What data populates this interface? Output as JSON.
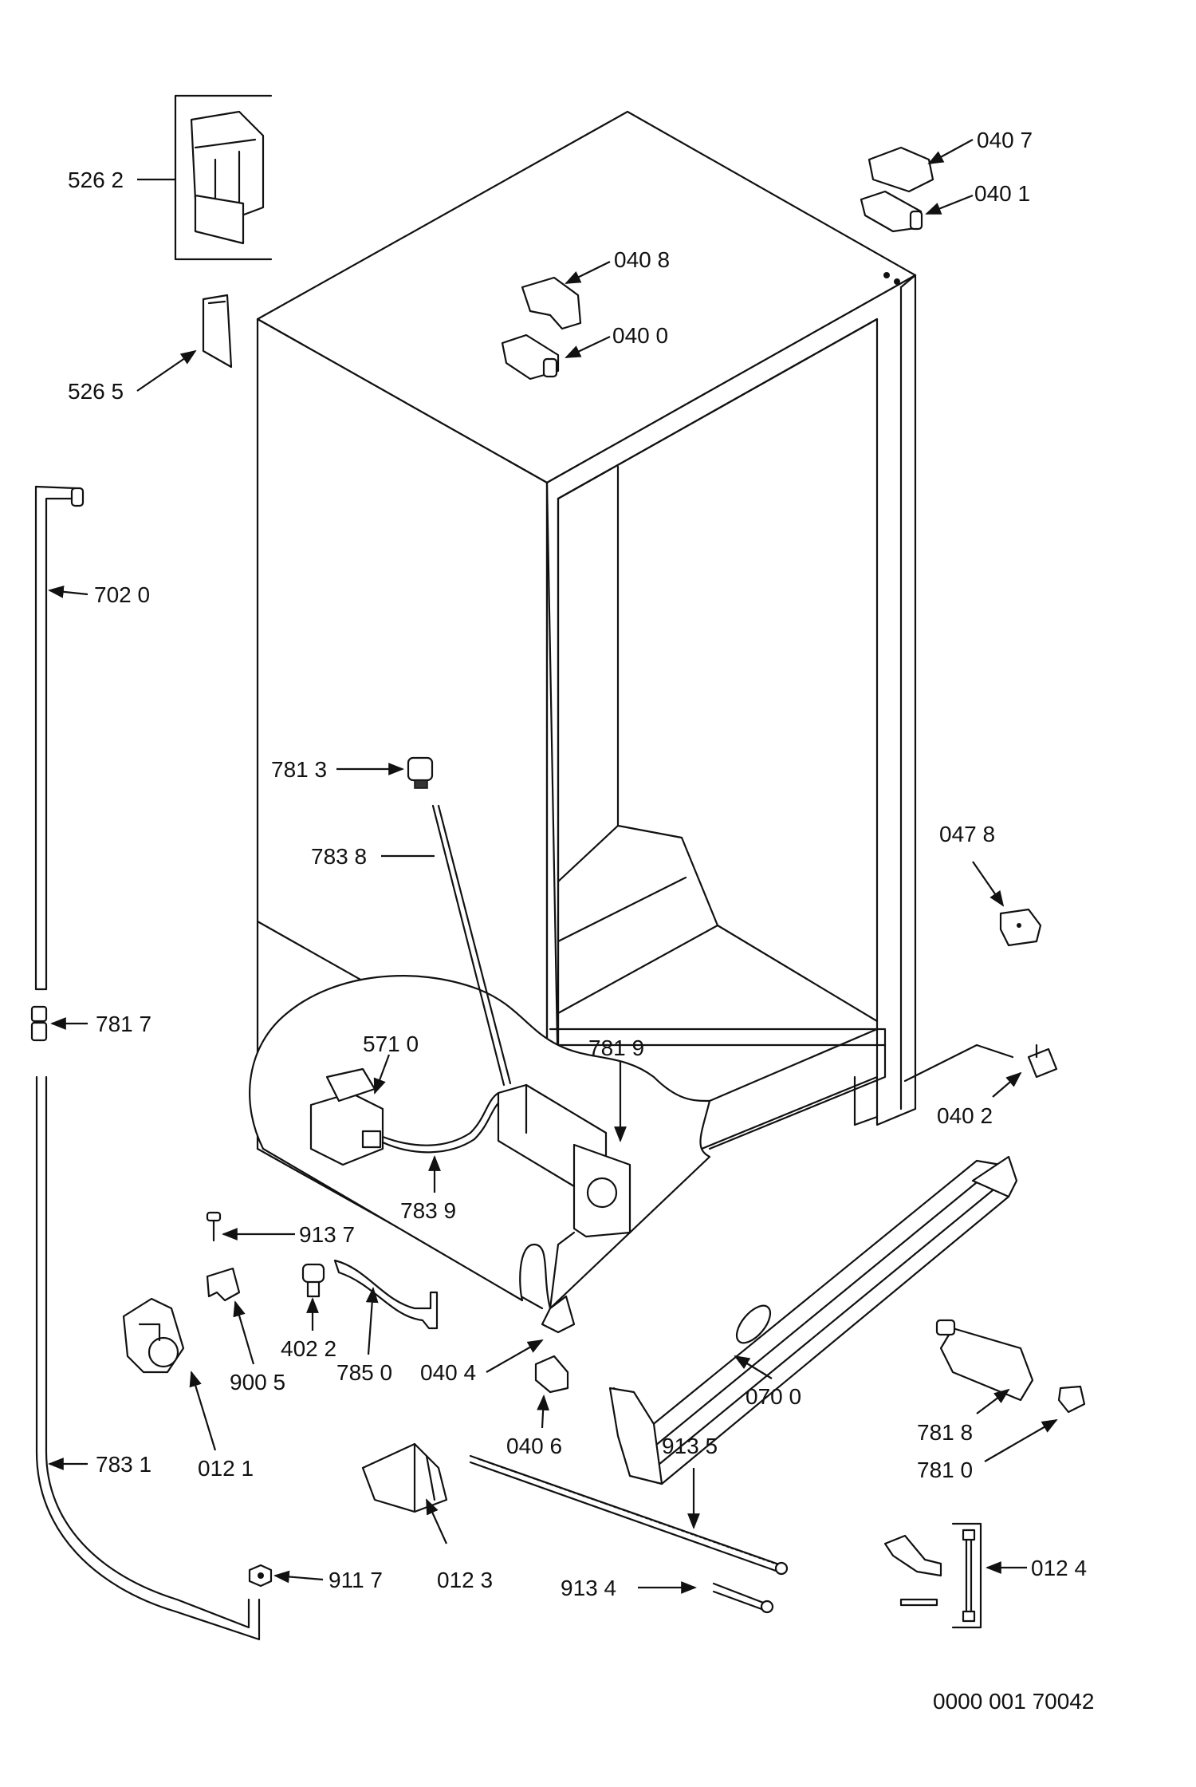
{
  "diagram": {
    "parts": {
      "p5262": "526 2",
      "p5265": "526 5",
      "p7020": "702 0",
      "p7813": "781 3",
      "p7838": "783 8",
      "p7817": "781 7",
      "p5710": "571 0",
      "p7819": "781 9",
      "p7839": "783 9",
      "p9137": "913 7",
      "p4022": "402 2",
      "p7850": "785 0",
      "p9005": "900 5",
      "p0404": "040 4",
      "p0406": "040 6",
      "p0121": "012 1",
      "p7831": "783 1",
      "p0123": "012 3",
      "p9135": "913 5",
      "p9134": "913 4",
      "p9117": "911 7",
      "p0700": "070 0",
      "p7818": "781 8",
      "p7810": "781 0",
      "p0124": "012 4",
      "p0402": "040 2",
      "p0478": "047 8",
      "p0407": "040 7",
      "p0401": "040 1",
      "p0408": "040 8",
      "p0400": "040 0"
    },
    "drawing_number": "0000 001 70042"
  }
}
